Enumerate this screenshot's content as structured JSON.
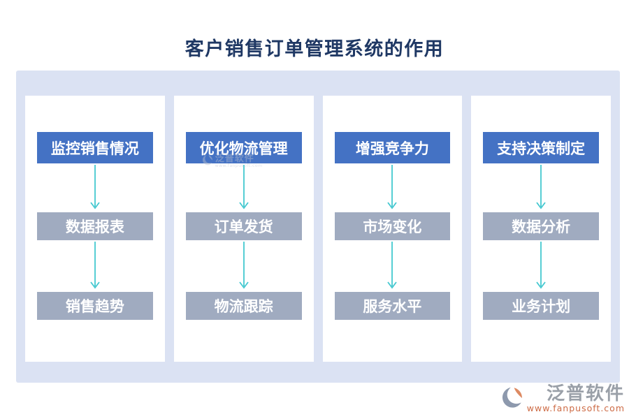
{
  "title": "客户销售订单管理系统的作用",
  "board": {
    "columns": [
      {
        "header": "监控销售情况",
        "items": [
          "数据报表",
          "销售趋势"
        ]
      },
      {
        "header": "优化物流管理",
        "items": [
          "订单发货",
          "物流跟踪"
        ]
      },
      {
        "header": "增强竞争力",
        "items": [
          "市场变化",
          "服务水平"
        ]
      },
      {
        "header": "支持决策制定",
        "items": [
          "数据分析",
          "业务计划"
        ]
      }
    ]
  },
  "watermark": {
    "brand": "泛普软件",
    "url": "www.fanpusoft.com"
  },
  "footer": {
    "brand": "泛普软件",
    "url": "www.fanpusoft.com"
  },
  "colors": {
    "title-navy": "#1f3864",
    "header-blue": "#4472c4",
    "item-gray": "#a0abc0",
    "board-lavender": "#dbe2f3",
    "arrow-teal": "#44c8d0",
    "logo-orange": "#dd8a62",
    "logo-gray": "#8d99ad",
    "logo-text-gray": "#9aa0a8",
    "url-orange": "#cd6b45"
  }
}
